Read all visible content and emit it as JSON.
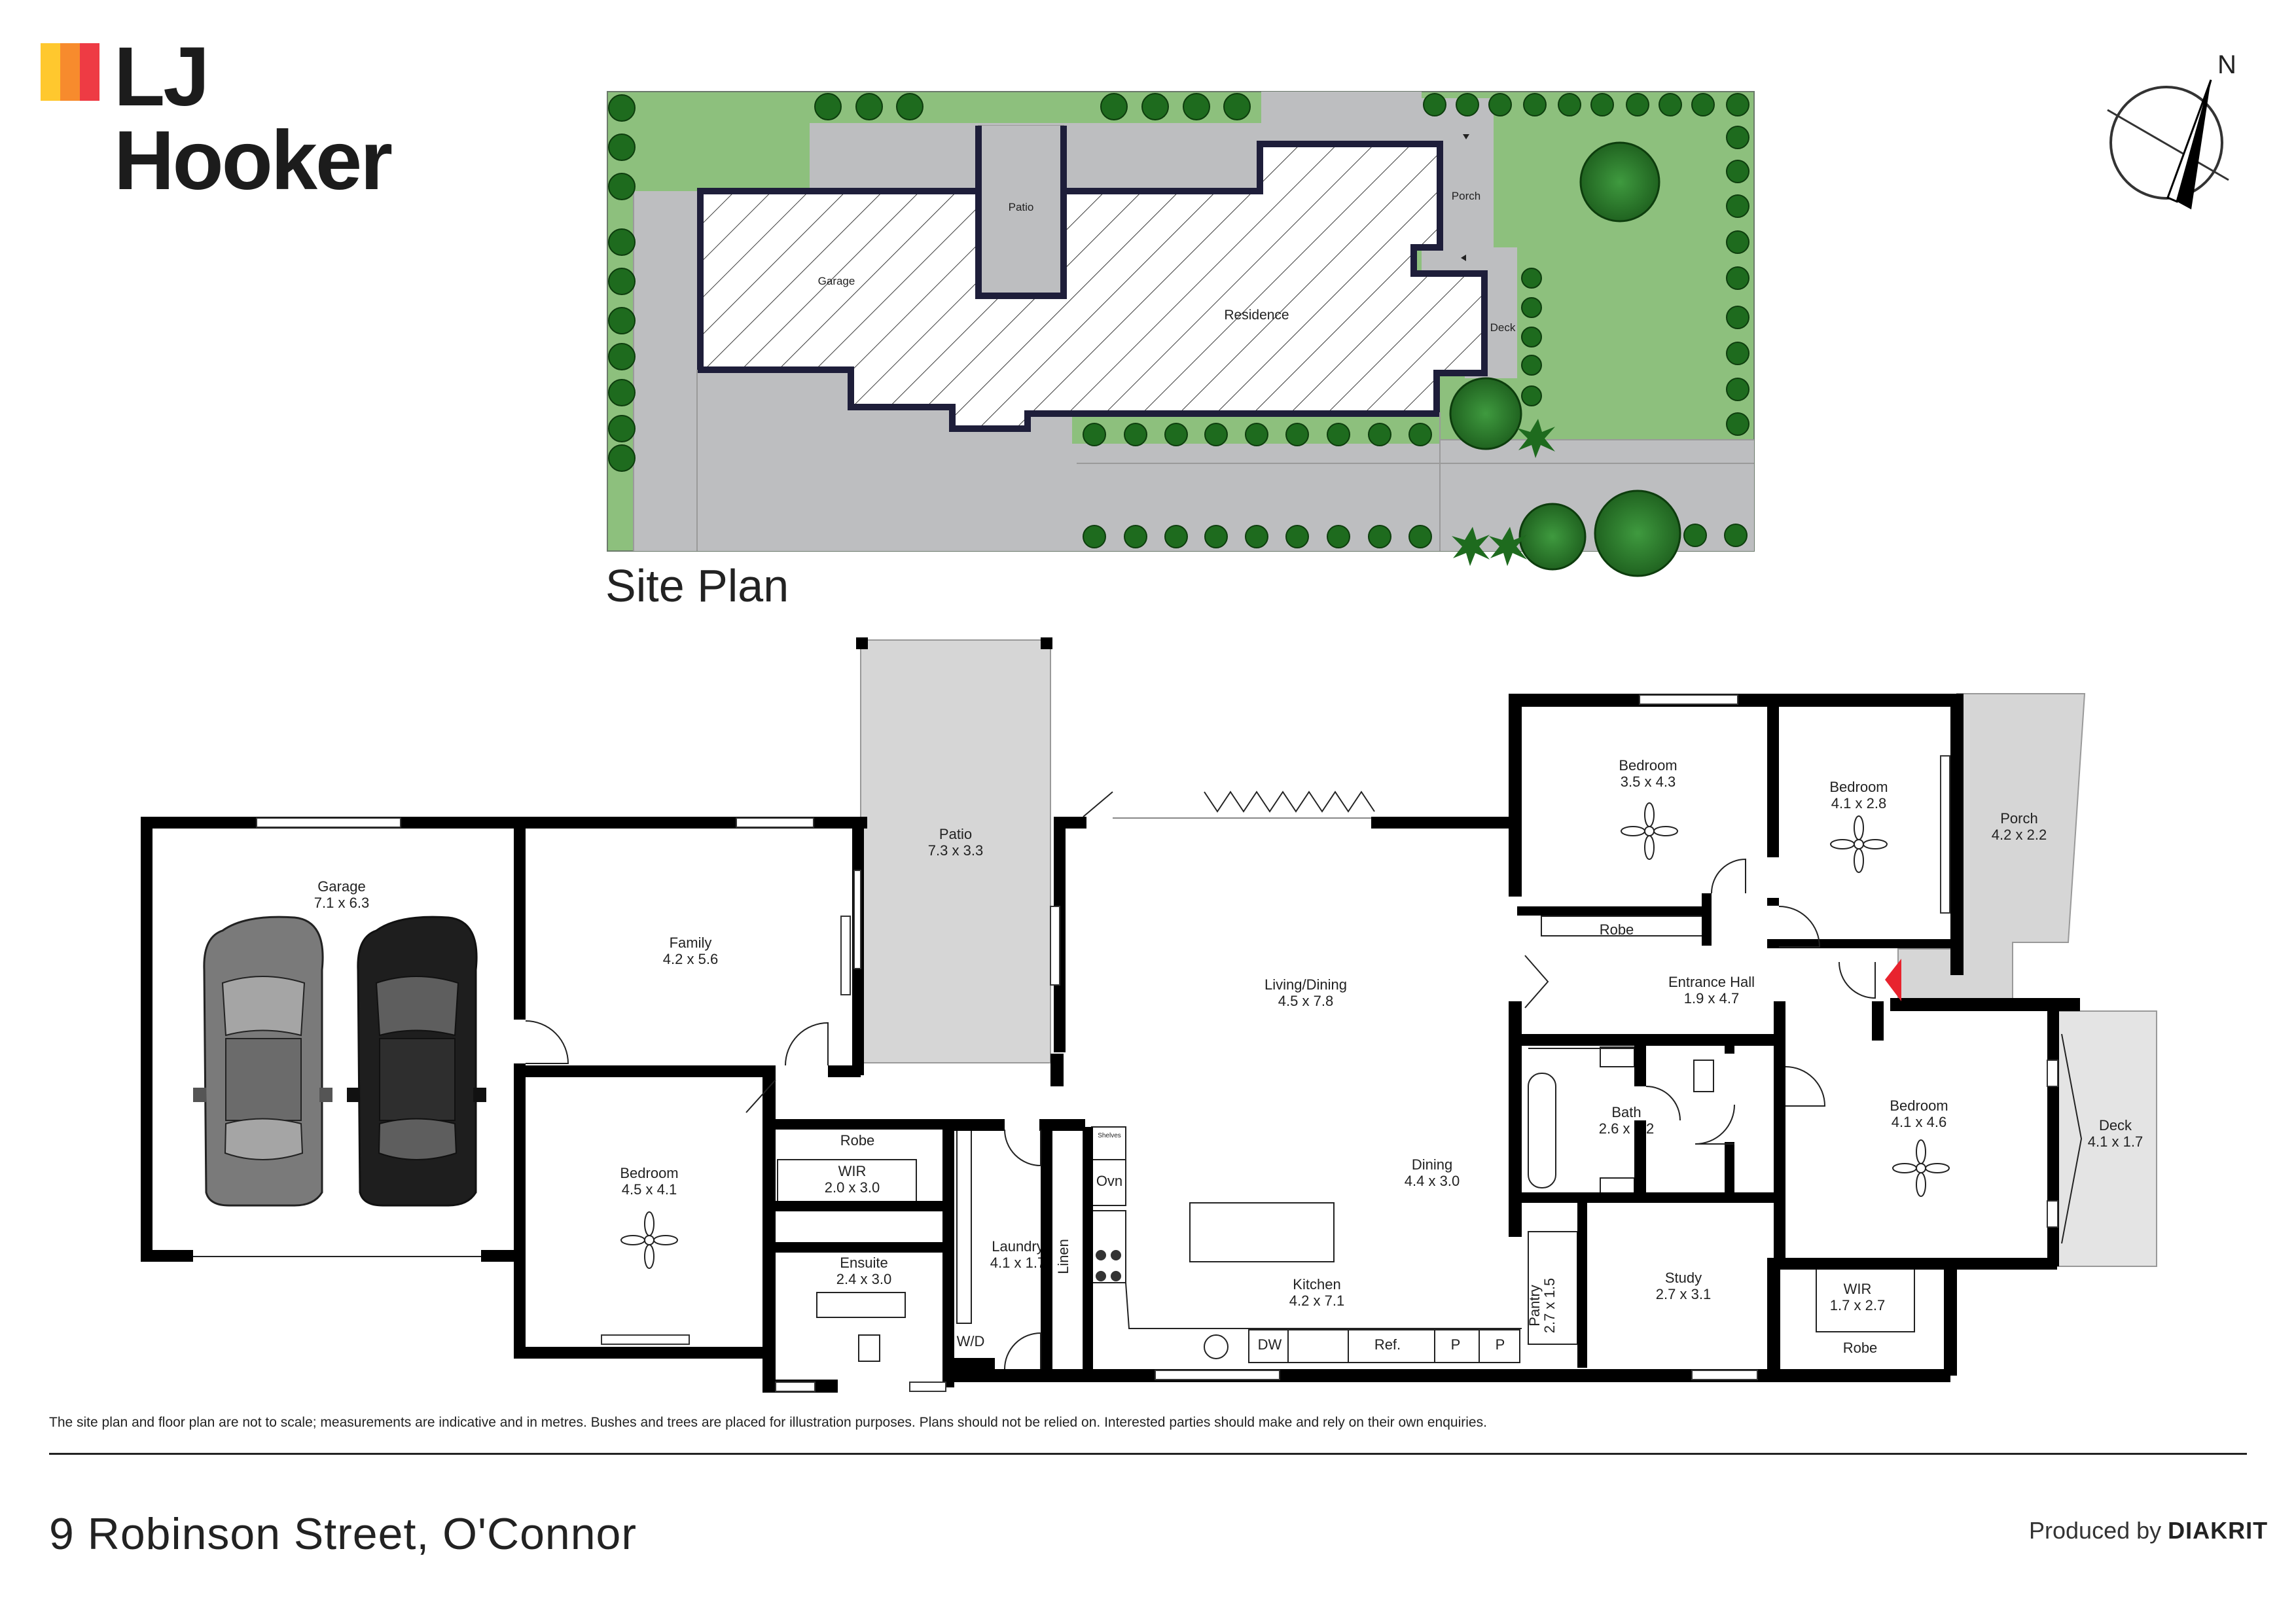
{
  "brand": {
    "name": "LJ Hooker",
    "colors": [
      "#FFC82E",
      "#F78B2D",
      "#EE3B44"
    ]
  },
  "site_plan": {
    "title": "Site Plan",
    "labels": {
      "patio": "Patio",
      "porch": "Porch",
      "garage": "Garage",
      "residence": "Residence",
      "deck": "Deck"
    }
  },
  "compass": {
    "north_label": "N"
  },
  "floor_plan": {
    "rooms": {
      "garage": {
        "name": "Garage",
        "dims": "7.1 x 6.3"
      },
      "family": {
        "name": "Family",
        "dims": "4.2 x 5.6"
      },
      "patio": {
        "name": "Patio",
        "dims": "7.3 x 3.3"
      },
      "living": {
        "name": "Living/Dining",
        "dims": "4.5 x 7.8"
      },
      "bedroom_a": {
        "name": "Bedroom",
        "dims": "3.5 x 4.3"
      },
      "bedroom_b": {
        "name": "Bedroom",
        "dims": "4.1 x 2.8"
      },
      "porch": {
        "name": "Porch",
        "dims": "4.2 x 2.2"
      },
      "robe_top": {
        "name": "Robe"
      },
      "entrance": {
        "name": "Entrance Hall",
        "dims": "1.9 x 4.7"
      },
      "bath": {
        "name": "Bath",
        "dims": "2.6 x 3.2"
      },
      "bedroom_c": {
        "name": "Bedroom",
        "dims": "4.1 x 4.6"
      },
      "deck": {
        "name": "Deck",
        "dims": "4.1 x 1.7"
      },
      "bedroom_master": {
        "name": "Bedroom",
        "dims": "4.5 x 4.1"
      },
      "robe_master": {
        "name": "Robe"
      },
      "wir_master": {
        "name": "WIR",
        "dims": "2.0 x 3.0"
      },
      "ensuite": {
        "name": "Ensuite",
        "dims": "2.4 x 3.0"
      },
      "laundry": {
        "name": "Laundry",
        "dims": "4.1 x 1.7"
      },
      "linen": {
        "name": "Linen"
      },
      "shelves": {
        "name": "Shelves"
      },
      "oven": {
        "name": "Ovn"
      },
      "dining": {
        "name": "Dining",
        "dims": "4.4 x 3.0"
      },
      "kitchen": {
        "name": "Kitchen",
        "dims": "4.2 x 7.1"
      },
      "pantry": {
        "name": "Pantry",
        "dims": "2.7 x 1.5"
      },
      "study": {
        "name": "Study",
        "dims": "2.7 x 3.1"
      },
      "wir_c": {
        "name": "WIR",
        "dims": "1.7 x 2.7"
      },
      "robe_c": {
        "name": "Robe"
      },
      "wd": {
        "name": "W/D"
      },
      "dw": {
        "name": "DW"
      },
      "ref": {
        "name": "Ref."
      },
      "p1": {
        "name": "P"
      },
      "p2": {
        "name": "P"
      }
    }
  },
  "disclaimer": "The site plan and floor plan are not to scale; measurements are indicative and in metres. Bushes and trees are placed for illustration purposes. Plans should not be relied on. Interested parties should make and rely on their own enquiries.",
  "address": "9 Robinson Street, O'Connor",
  "producer": {
    "prefix": "Produced by",
    "name": "DIAKRIT"
  },
  "colors": {
    "lawn": "#8DC07D",
    "paving": "#BDBEC0",
    "wall": "#000000",
    "entry_marker": "#E8232E"
  }
}
